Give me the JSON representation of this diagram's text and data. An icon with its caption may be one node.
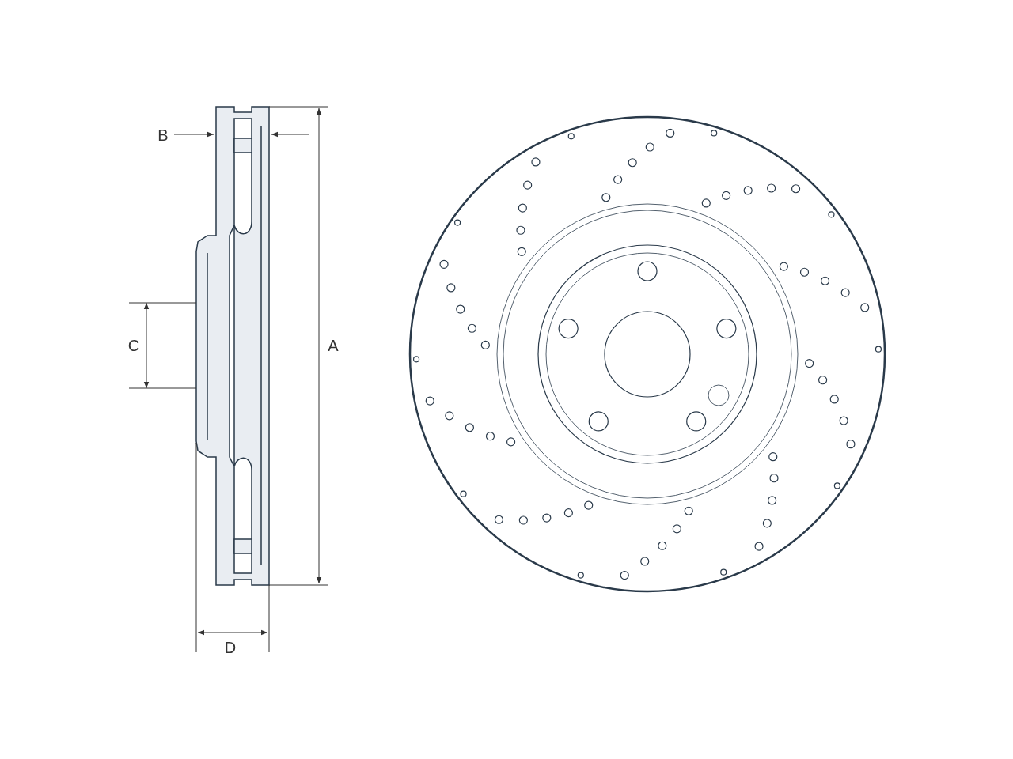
{
  "diagram": {
    "labels": [
      "B",
      "C",
      "A",
      "D"
    ]
  }
}
